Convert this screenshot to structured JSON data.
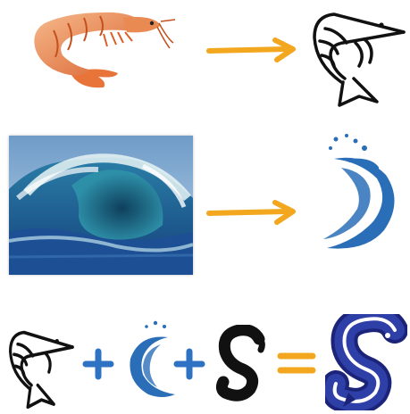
{
  "colors": {
    "arrow": "#F2A71E",
    "plus": "#2E72C4",
    "equals": "#F2A71E",
    "shrimp_photo_body": "#F0A070",
    "shrimp_photo_shade": "#D9602C",
    "icon_outline": "#111111",
    "wave_icon": "#2A6EB8",
    "logo_fill": "#2F3FA8",
    "logo_outline": "#1B2478",
    "wave_photo_sky": "#8FB4D8",
    "wave_photo_water": "#1E5E8C",
    "wave_photo_foam": "#E8F4F4"
  },
  "rows": [
    {
      "source": "shrimp-photo",
      "connector": "arrow",
      "result": "shrimp-outline-icon"
    },
    {
      "source": "ocean-wave-photo",
      "connector": "arrow",
      "result": "blue-wave-splash-icon"
    }
  ],
  "equation": [
    "shrimp-outline-icon",
    "plus-icon",
    "blue-wave-c-icon",
    "plus-icon",
    "black-script-s-icon",
    "equals-icon",
    "blue-s-logo-icon"
  ]
}
